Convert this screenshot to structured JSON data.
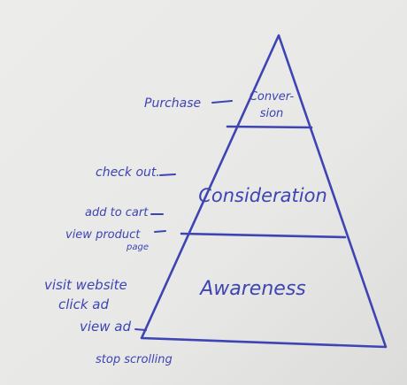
{
  "ink_color": "#3e44b3",
  "paper_color": "#e9e9e7",
  "tiers": {
    "conversion_line1": "Conver-",
    "conversion_line2": "sion",
    "consideration": "Consideration",
    "awareness": "Awareness"
  },
  "actions": {
    "purchase": "Purchase",
    "check_out": "check out.",
    "add_to_cart": "add to cart",
    "view_product_line1": "view product",
    "view_product_line2": "page",
    "visit_website": "visit website",
    "click_ad": "click ad",
    "view_ad": "view ad",
    "stop_scrolling": "stop scrolling"
  }
}
